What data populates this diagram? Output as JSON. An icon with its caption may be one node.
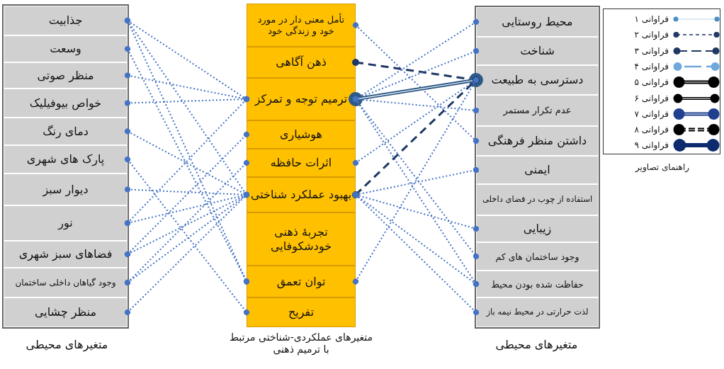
{
  "diagram": {
    "nodes": [
      {
        "text": [
          "جذابیت"
        ]
      },
      {
        "text": [
          "وسعت"
        ]
      },
      {
        "text": [
          "منظر صوتی"
        ]
      },
      {
        "text": [
          "خواص بیوفیلیک"
        ]
      },
      {
        "text": [
          "دمای رنگ"
        ]
      },
      {
        "text": [
          "پارک های شهری"
        ]
      },
      {
        "text": [
          "دیوار سبز"
        ]
      },
      {
        "text": [
          "نور"
        ]
      },
      {
        "text": [
          "فضاهای سبز شهری"
        ]
      },
      {
        "text": [
          "وجود گیاهان داخلی ساختمان"
        ]
      },
      {
        "text": [
          "منظر چشایی"
        ]
      },
      {
        "text": [
          "تأمل معنی دار در مورد خود و زندگی خود"
        ]
      },
      {
        "text": [
          "ذهن آگاهی"
        ]
      },
      {
        "text": [
          "ترمیم توجه و تمرکز"
        ]
      },
      {
        "text": [
          "هوشیاری"
        ]
      },
      {
        "text": [
          "اثرات حافظه"
        ]
      },
      {
        "text": [
          "بهبود عملکرد شناختی"
        ]
      },
      {
        "text": [
          "تجربهٔ ذهنی خودشکوفایی"
        ]
      },
      {
        "text": [
          "توان تعمق"
        ]
      },
      {
        "text": [
          "تفریح"
        ]
      },
      {
        "text": [
          "محیط روستایی"
        ]
      },
      {
        "text": [
          "شناخت"
        ]
      },
      {
        "text": [
          "دسترسی به طبیعت"
        ]
      },
      {
        "text": [
          "عدم تکرار مستمر"
        ]
      },
      {
        "text": [
          "داشتن منظر فرهنگی"
        ]
      },
      {
        "text": [
          "ایمنی"
        ]
      },
      {
        "text": [
          "استفاده از چوب در فضای داخلی"
        ]
      },
      {
        "text": [
          "زیبایی"
        ]
      },
      {
        "text": [
          "وجود ساختمان های کم"
        ]
      },
      {
        "text": [
          "حفاظت شده بودن محیط"
        ]
      },
      {
        "text": [
          "لذت حرارتی در محیط نیمه باز"
        ]
      }
    ],
    "edges": [
      {
        "from": 0,
        "to": 13,
        "arrow": "other",
        "style": "dashed"
      },
      {
        "from": 0,
        "to": 16,
        "arrow": "other",
        "style": "dashed"
      },
      {
        "from": 0,
        "to": 18,
        "arrow": "other",
        "style": "dashed"
      },
      {
        "from": 1,
        "to": 18,
        "arrow": "other",
        "style": "dashed"
      },
      {
        "from": 2,
        "to": 13,
        "arrow": "other",
        "style": "dashed"
      },
      {
        "from": 3,
        "to": 13,
        "arrow": "other",
        "style": "dashed"
      },
      {
        "from": 4,
        "to": 16,
        "arrow": "other",
        "style": "dashed"
      },
      {
        "from": 5,
        "to": 19,
        "arrow": "other",
        "style": "dashed"
      },
      {
        "from": 6,
        "to": 16,
        "arrow": "other",
        "style": "dashed"
      },
      {
        "from": 7,
        "to": 13,
        "arrow": "other",
        "style": "dashed"
      },
      {
        "from": 7,
        "to": 16,
        "arrow": "other",
        "style": "dashed"
      },
      {
        "from": 8,
        "to": 14,
        "arrow": "other",
        "style": "dashed"
      },
      {
        "from": 8,
        "to": 16,
        "arrow": "other",
        "style": "dashed"
      },
      {
        "from": 9,
        "to": 15,
        "arrow": "other",
        "style": "dashed"
      },
      {
        "from": 9,
        "to": 16,
        "arrow": "other",
        "style": "dashed"
      },
      {
        "from": 10,
        "to": 16,
        "arrow": "other",
        "style": "dashed"
      },
      {
        "from": 11,
        "to": 24,
        "arrow": "other",
        "style": "dashed"
      },
      {
        "from": 12,
        "to": 22,
        "arrow": "other",
        "style": "dashed",
        "color": "#1f3864"
      },
      {
        "from": 13,
        "to": 20,
        "arrow": "other",
        "style": "dashed"
      },
      {
        "from": 13,
        "to": 21,
        "arrow": "other",
        "style": "dashed"
      },
      {
        "from": 13,
        "to": 22,
        "arrow": "other",
        "style": "thick",
        "color": "#2e5a87"
      },
      {
        "from": 13,
        "to": 23,
        "arrow": "other",
        "style": "dashed"
      },
      {
        "from": 13,
        "to": 28,
        "arrow": "other",
        "style": "dashed"
      },
      {
        "from": 13,
        "to": 29,
        "arrow": "other",
        "style": "dashed"
      },
      {
        "from": 15,
        "to": 22,
        "arrow": "other",
        "style": "dashed"
      },
      {
        "from": 16,
        "to": 22,
        "arrow": "other",
        "style": "dashed",
        "color": "#1f3864"
      },
      {
        "from": 16,
        "to": 25,
        "arrow": "other",
        "style": "dashed"
      },
      {
        "from": 16,
        "to": 27,
        "arrow": "other",
        "style": "dashed"
      },
      {
        "from": 16,
        "to": 29,
        "arrow": "other",
        "style": "dashed"
      },
      {
        "from": 16,
        "to": 30,
        "arrow": "other",
        "style": "dashed"
      },
      {
        "from": 18,
        "to": 22,
        "arrow": "other",
        "style": "dashed"
      }
    ],
    "labels": [
      "متغیرهای محیطی",
      "متغیرهای عملکردی-شناختی مرتبط با ترمیم ذهنی",
      "متغیرهای محیطی",
      "راهنمای تصاویر"
    ],
    "legend": [
      {
        "text": "فراوانی ۱"
      },
      {
        "text": "فراوانی ۲"
      },
      {
        "text": "فراوانی ۳"
      },
      {
        "text": "فراوانی ۴"
      },
      {
        "text": "فراوانی ۵"
      },
      {
        "text": "فراوانی ۶"
      },
      {
        "text": "فراوانی ۷"
      },
      {
        "text": "فراوانی ۸"
      },
      {
        "text": "فراوانی ۹"
      }
    ]
  }
}
